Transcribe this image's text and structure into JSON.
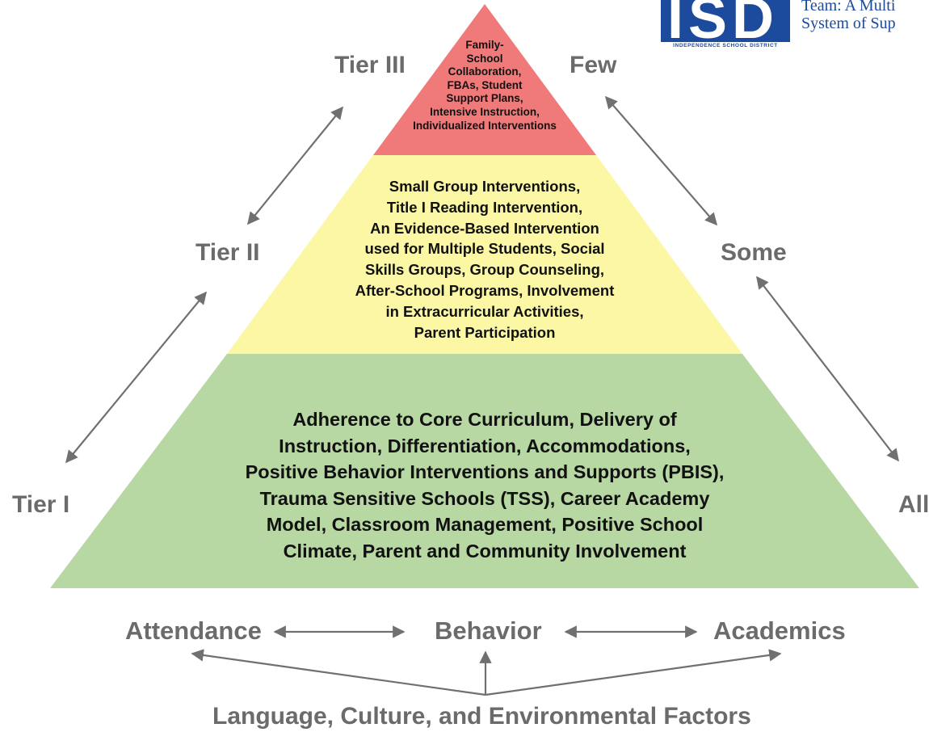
{
  "header": {
    "logo_text": "ISD",
    "logo_caption": "INDEPENDENCE SCHOOL DISTRICT",
    "title_line1": "Team: A Multi",
    "title_line2": "System of Sup"
  },
  "colors": {
    "tier3_fill": "#f07a7a",
    "tier2_fill": "#fbf7a4",
    "tier1_fill": "#b7d7a3",
    "label_gray": "#6b6b6b",
    "arrow_gray": "#707070",
    "brand_blue": "#1c4a9c"
  },
  "pyramid": {
    "tiers": [
      {
        "level": "Tier III",
        "reach": "Few",
        "lines": [
          "Family-",
          "School",
          "Collaboration,",
          "FBAs, Student",
          "Support Plans,",
          "Intensive Instruction,",
          "Individualized Interventions"
        ]
      },
      {
        "level": "Tier II",
        "reach": "Some",
        "lines": [
          "Small Group Interventions,",
          "Title I Reading Intervention,",
          "An Evidence-Based Intervention",
          "used for Multiple Students, Social",
          "Skills Groups, Group Counseling,",
          "After-School Programs, Involvement",
          "in Extracurricular Activities,",
          "Parent Participation"
        ]
      },
      {
        "level": "Tier I",
        "reach": "All",
        "lines": [
          "Adherence to Core Curriculum, Delivery of",
          "Instruction, Differentiation, Accommodations,",
          "Positive Behavior Interventions and Supports (PBIS),",
          "Trauma Sensitive Schools (TSS), Career Academy",
          "Model, Classroom Management, Positive School",
          "Climate, Parent and Community Involvement"
        ]
      }
    ]
  },
  "domains": {
    "attendance": "Attendance",
    "behavior": "Behavior",
    "academics": "Academics"
  },
  "foundation": "Language, Culture, and Environmental Factors"
}
